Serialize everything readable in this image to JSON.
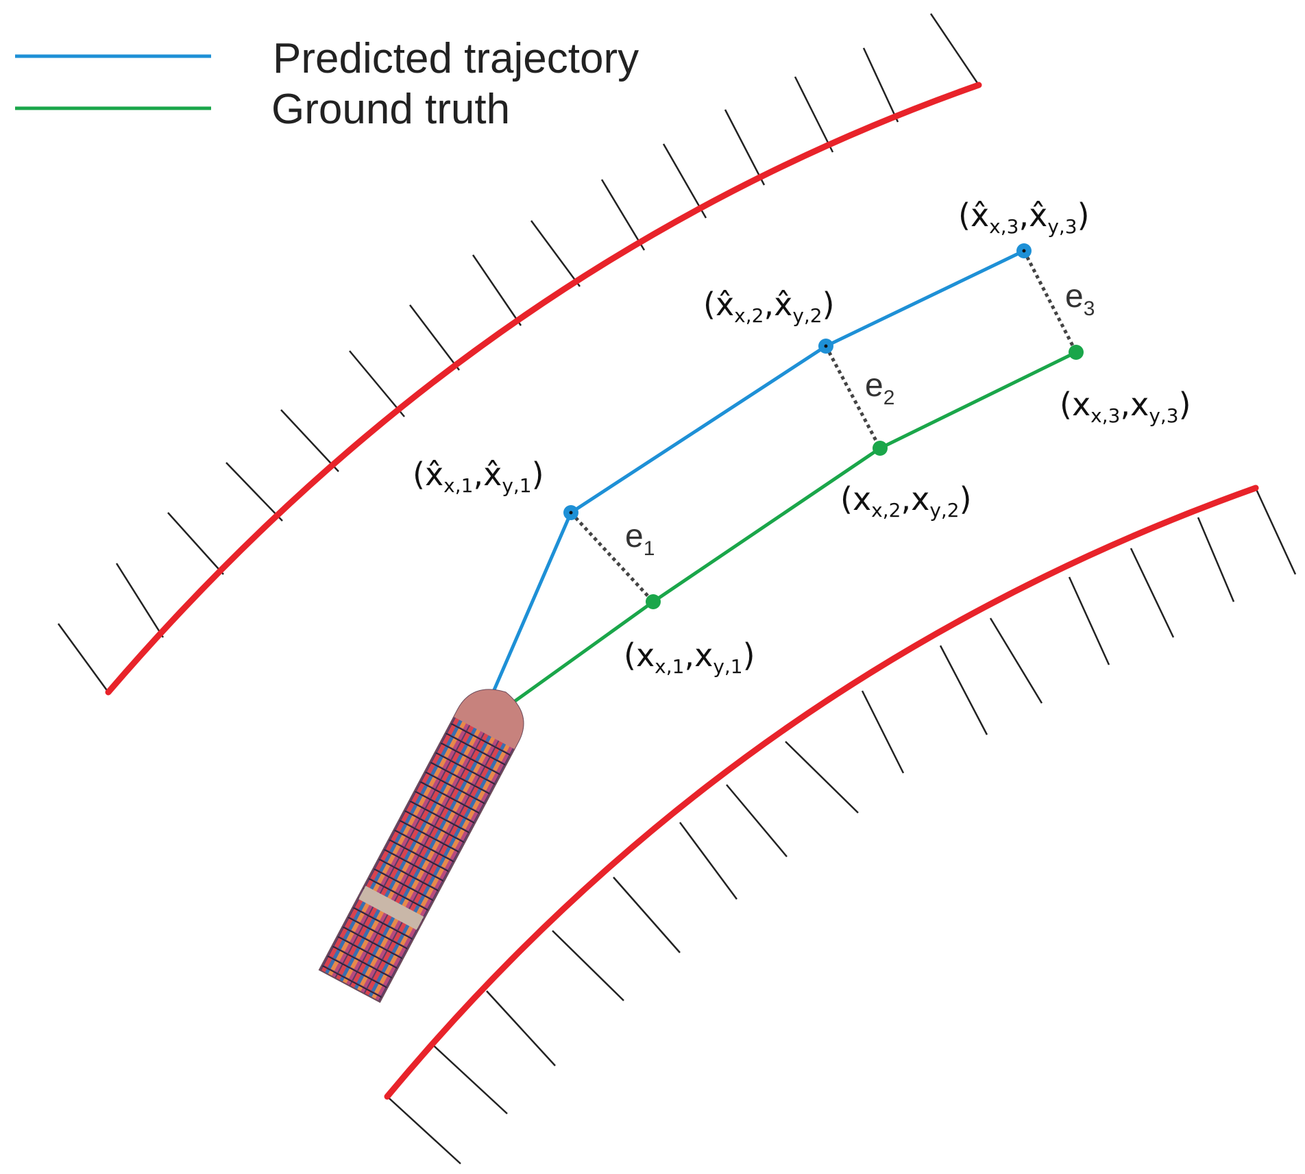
{
  "legend": {
    "predicted_label": "Predicted trajectory",
    "ground_truth_label": "Ground truth"
  },
  "colors": {
    "predicted": "#1e90d6",
    "ground_truth": "#1aa64a",
    "bank": "#e8232a",
    "hatch": "#222222",
    "error": "#444444"
  },
  "predicted_points": [
    {
      "label": "(x̂x,1,x̂y,1)",
      "base": "(x̂",
      "sub1": "x,1",
      "mid": ",x̂",
      "sub2": "y,1",
      "end": ")"
    },
    {
      "label": "(x̂x,2,x̂y,2)",
      "base": "(x̂",
      "sub1": "x,2",
      "mid": ",x̂",
      "sub2": "y,2",
      "end": ")"
    },
    {
      "label": "(x̂x,3,x̂y,3)",
      "base": "(x̂",
      "sub1": "x,3",
      "mid": ",x̂",
      "sub2": "y,3",
      "end": ")"
    }
  ],
  "ground_truth_points": [
    {
      "label": "(xx,1,xy,1)",
      "base": "(x",
      "sub1": "x,1",
      "mid": ",x",
      "sub2": "y,1",
      "end": ")"
    },
    {
      "label": "(xx,2,xy,2)",
      "base": "(x",
      "sub1": "x,2",
      "mid": ",x",
      "sub2": "y,2",
      "end": ")"
    },
    {
      "label": "(xx,3,xy,3)",
      "base": "(x",
      "sub1": "x,3",
      "mid": ",x",
      "sub2": "y,3",
      "end": ")"
    }
  ],
  "errors": [
    {
      "base": "e",
      "sub": "1"
    },
    {
      "base": "e",
      "sub": "2"
    },
    {
      "base": "e",
      "sub": "3"
    }
  ],
  "icons": {
    "vessel": "container-ship-icon"
  }
}
